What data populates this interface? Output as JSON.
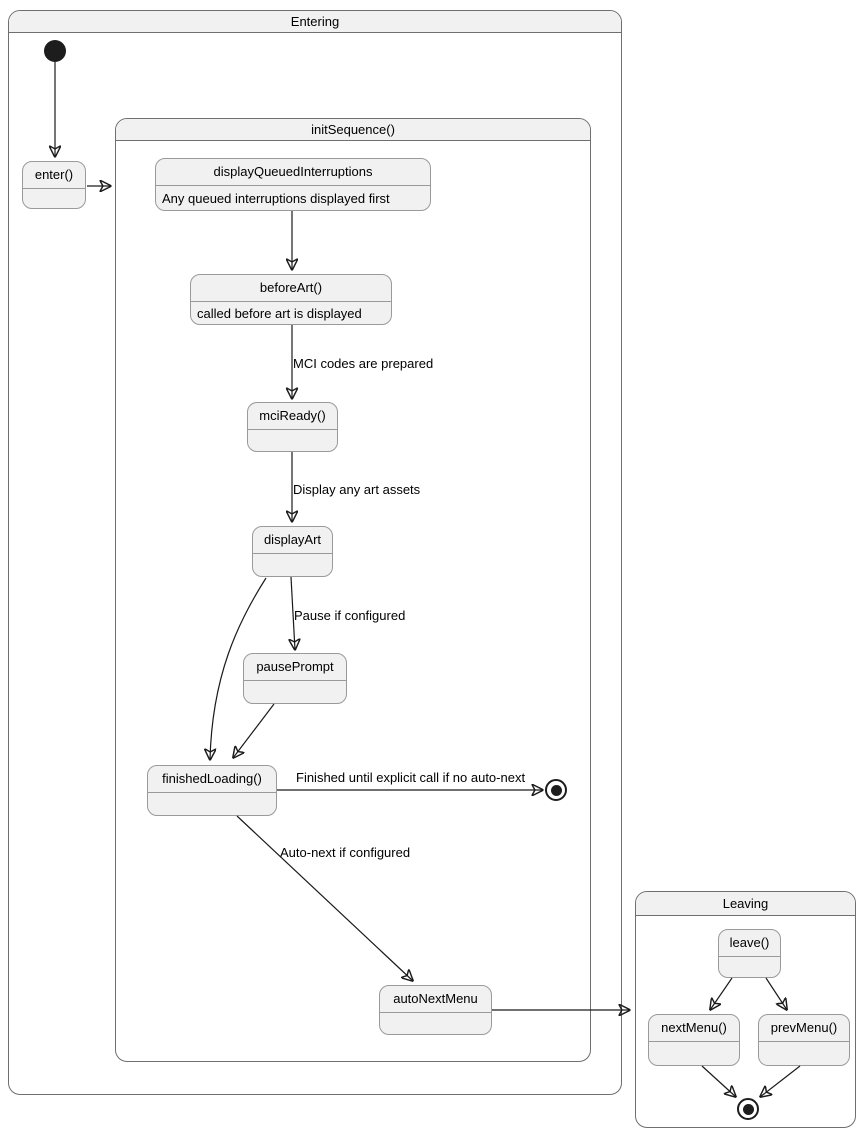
{
  "diagram_type": "uml-state-diagram",
  "colors": {
    "canvas": "#ffffff",
    "state_fill": "#f1f1f1",
    "state_border": "#9a9a9a",
    "container_border": "#6f6f6f",
    "header_fill": "#f1f1f1",
    "line": "#1a1a1a",
    "text": "#000000"
  },
  "containers": {
    "entering": {
      "title": "Entering"
    },
    "init_sequence": {
      "title": "initSequence()"
    },
    "leaving": {
      "title": "Leaving"
    }
  },
  "states": {
    "enter": {
      "title": "enter()",
      "description": ""
    },
    "display_queued_interruptions": {
      "title": "displayQueuedInterruptions",
      "description": "Any queued interruptions displayed first"
    },
    "before_art": {
      "title": "beforeArt()",
      "description": "called before art is displayed"
    },
    "mci_ready": {
      "title": "mciReady()",
      "description": ""
    },
    "display_art": {
      "title": "displayArt",
      "description": ""
    },
    "pause_prompt": {
      "title": "pausePrompt",
      "description": ""
    },
    "finished_loading": {
      "title": "finishedLoading()",
      "description": ""
    },
    "auto_next_menu": {
      "title": "autoNextMenu",
      "description": ""
    },
    "leave": {
      "title": "leave()",
      "description": ""
    },
    "next_menu": {
      "title": "nextMenu()",
      "description": ""
    },
    "prev_menu": {
      "title": "prevMenu()",
      "description": ""
    }
  },
  "transitions": {
    "before_art_to_mci_ready": {
      "label": "MCI codes are prepared"
    },
    "mci_ready_to_display_art": {
      "label": "Display any art assets"
    },
    "display_art_to_pause_prompt": {
      "label": "Pause if configured"
    },
    "finished_loading_to_final": {
      "label": "Finished until explicit call if no auto-next"
    },
    "finished_loading_to_auto_next_menu": {
      "label": "Auto-next if configured"
    }
  }
}
